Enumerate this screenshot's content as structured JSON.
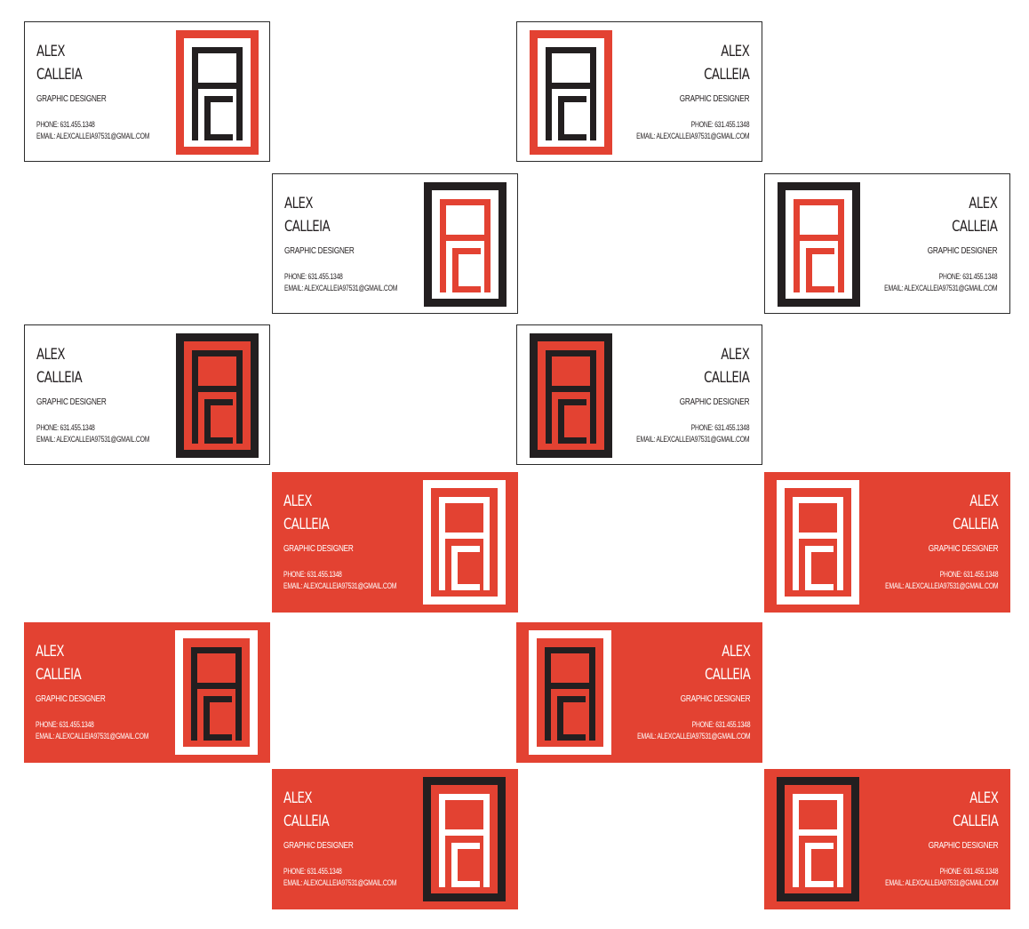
{
  "card": {
    "first_name": "ALEX",
    "last_name": "CALLEIA",
    "title": "GRAPHIC DESIGNER",
    "phone": "PHONE: 631.455.1348",
    "email": "EMAIL: ALEXCALLEIA97531@GMAIL.COM"
  },
  "colors": {
    "red": "#e34232",
    "black": "#231f20",
    "white": "#ffffff"
  }
}
